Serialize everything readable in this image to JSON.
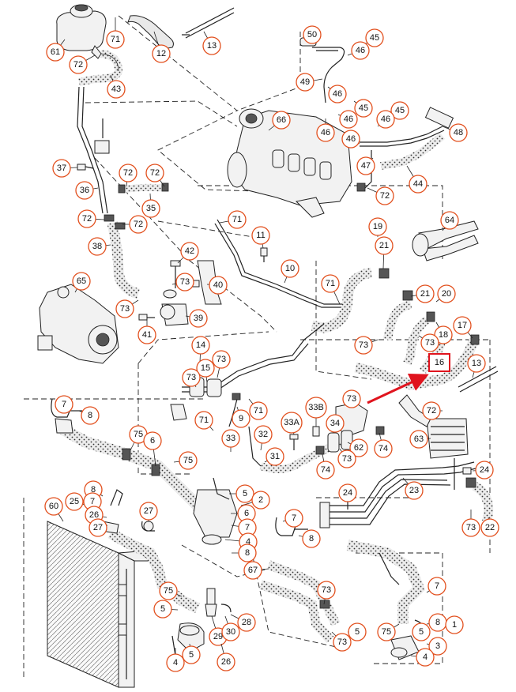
{
  "diagram": {
    "highlight": {
      "label": "16",
      "arrow_color": "#e0141e"
    },
    "callout_color": "#e2501e",
    "labels": {
      "c61": "61",
      "c71a": "71",
      "c12": "12",
      "c13a": "13",
      "c72a": "72",
      "c43": "43",
      "c50": "50",
      "c45a": "45",
      "c46a": "46",
      "c49": "49",
      "c46b": "46",
      "c45b": "45",
      "c46c": "46",
      "c66": "66",
      "c45c": "45",
      "c46d": "46",
      "c48": "48",
      "c46e": "46",
      "c46f": "46",
      "c47": "47",
      "c44": "44",
      "c72b": "72",
      "c37": "37",
      "c72c": "72",
      "c72d": "72",
      "c36": "36",
      "c35": "35",
      "c72e": "72",
      "c72f": "72",
      "c71b": "71",
      "c64": "64",
      "c38": "38",
      "c11": "11",
      "c19": "19",
      "c42": "42",
      "c21a": "21",
      "c10": "10",
      "c73a": "73",
      "c40": "40",
      "c65": "65",
      "c71c": "71",
      "c21b": "21",
      "c20": "20",
      "c73b": "73",
      "c39": "39",
      "c41": "41",
      "c18": "18",
      "c17": "17",
      "c73c": "73",
      "c73d": "73",
      "c14": "14",
      "c15": "15",
      "c73e": "73",
      "c73f": "73",
      "c13b": "13",
      "c7a": "7",
      "c8a": "8",
      "c71d": "71",
      "c9": "9",
      "c71e": "71",
      "c33b": "33B",
      "c73g": "73",
      "c33a": "33A",
      "c34": "34",
      "c72g": "72",
      "c33": "33",
      "c32": "32",
      "c75a": "75",
      "c6a": "6",
      "c75b": "75",
      "c62": "62",
      "c74a": "74",
      "c63": "63",
      "c31": "31",
      "c73h": "73",
      "c74b": "74",
      "c24a": "24",
      "c23": "23",
      "c8b": "8",
      "c25": "25",
      "c7b": "7",
      "c5a": "5",
      "c26a": "26",
      "c27a": "27",
      "c27b": "27",
      "c60": "60",
      "c2": "2",
      "c6b": "6",
      "c7c": "7",
      "c4a": "4",
      "c8c": "8",
      "c7d": "7",
      "c8d": "8",
      "c24b": "24",
      "c73i": "73",
      "c22": "22",
      "c67": "67",
      "c7e": "7",
      "c73j": "73",
      "c75c": "75",
      "c5b": "5",
      "c28": "28",
      "c29": "29",
      "c30": "30",
      "c73k": "73",
      "c5c": "5",
      "c75d": "75",
      "c5d": "5",
      "c8e": "8",
      "c1": "1",
      "c3": "3",
      "c4b": "4",
      "c4c": "4",
      "c5e": "5",
      "c26b": "26"
    }
  }
}
